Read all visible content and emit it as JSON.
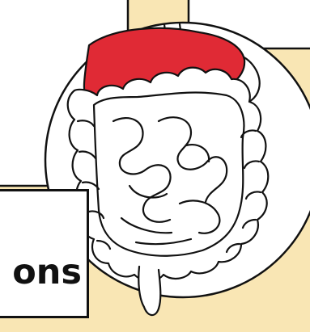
{
  "caption": {
    "text": "ons"
  },
  "colors": {
    "background": "#f9e6b4",
    "card": "#ffffff",
    "outline": "#111111",
    "liver": "#e02a35"
  },
  "illustration": {
    "organs": [
      "liver",
      "stomach",
      "small-intestine",
      "large-intestine",
      "rectum"
    ],
    "highlighted": "liver"
  }
}
